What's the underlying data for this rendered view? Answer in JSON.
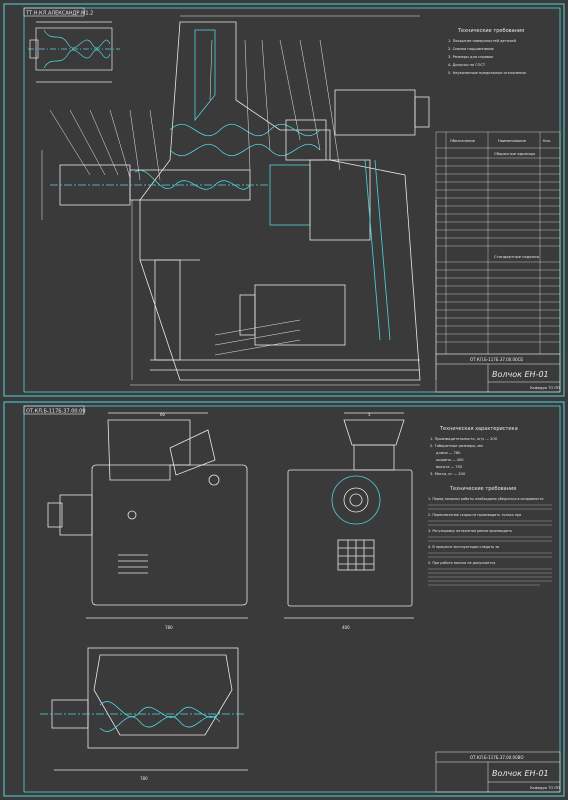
{
  "sheet1": {
    "stamp": "ТТ.Н.КЛ.АЛЕКСАНДР.М1.2",
    "notes_title": "Технические требования",
    "notes": [
      "1. Покрытие поверхностей деталей",
      "2. Смазка подшипников",
      "3. Размеры для справок",
      "4. Допуски по ГОСТ",
      "5. Неуказанные предельные отклонения"
    ],
    "spec_headers": [
      "Обозначение",
      "Наименование",
      "Кол."
    ],
    "spec_section1": "Сборочные единицы",
    "spec_section2": "Стандартные изделия",
    "title_code": "ОТ.КЛ.Б-117Б.37.00.00СБ",
    "title_name": "Волчок ЕН-01",
    "title_dept": "Кафедра ТО ПП"
  },
  "sheet2": {
    "stamp": "ОТ.КЛ.Б-117Б.37.00.00",
    "tech_char_title": "Техническая характеристика",
    "tech_chars": [
      "1. Производительность, кг/ч — 200",
      "2. Габаритные размеры, мм",
      "длина — 780",
      "ширина — 400",
      "высота — 750",
      "3. Масса, кг — 200"
    ],
    "req_title": "Технические требования",
    "req_lines": [
      "1. Перед началом работы необходимо убедиться в исправности",
      "2. Переключение скорости производить только при",
      "3. Регулировку натяжения ремня производить",
      "4. В процессе эксплуатации следить за",
      "5. При работе волчка не допускается"
    ],
    "dim_width": "780",
    "dim_depth": "400",
    "dim_top": "60",
    "dim_top2": "5",
    "dim_bottom": "780",
    "title_code": "ОТ.КЛ.Б-117Б.37.00.00ВО",
    "title_name": "Волчок ЕН-01",
    "title_dept": "Кафедра ТО ПП"
  },
  "colors": {
    "background": "#3a3a3a",
    "line": "#e8e8e8",
    "accent": "#4fd4e0"
  }
}
